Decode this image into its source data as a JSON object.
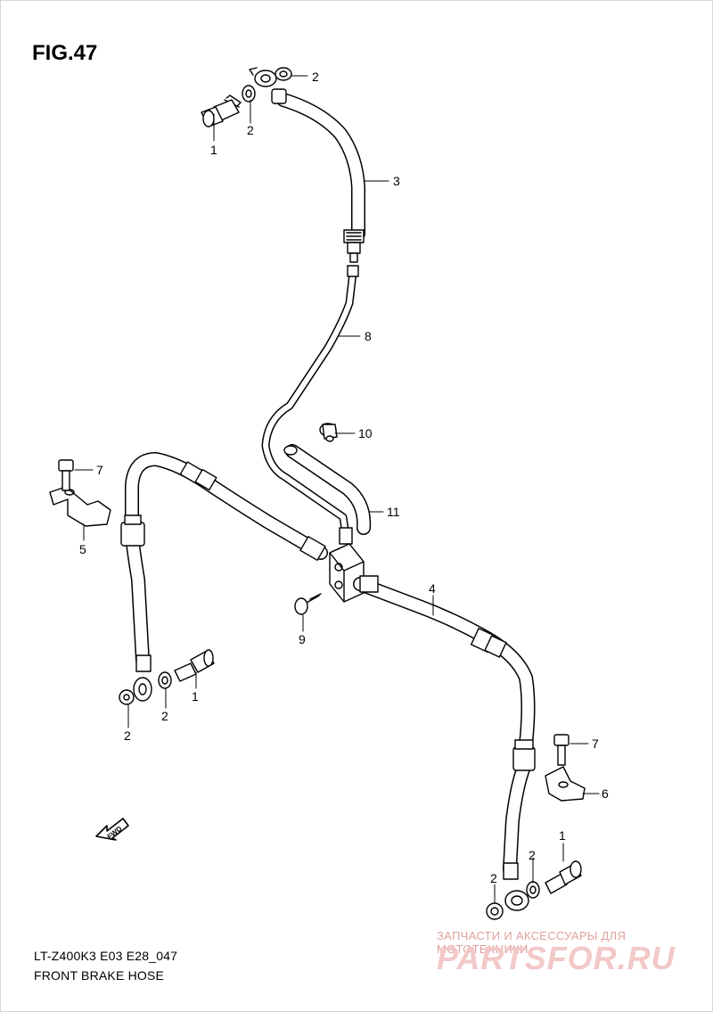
{
  "figure": {
    "title": "FIG.47",
    "code": "LT-Z400K3 E03 E28_047",
    "name": "FRONT BRAKE  HOSE"
  },
  "direction_arrow": "FWD",
  "callouts": [
    "1",
    "2",
    "2",
    "3",
    "8",
    "10",
    "7",
    "5",
    "11",
    "4",
    "9",
    "1",
    "2",
    "2",
    "7",
    "6",
    "1",
    "2",
    "2"
  ],
  "watermark": {
    "tagline": "ЗАПЧАСТИ И АКСЕССУАРЫ ДЛЯ МОТОТЕХНИКИ",
    "brand": "PARTSFOR.RU"
  }
}
